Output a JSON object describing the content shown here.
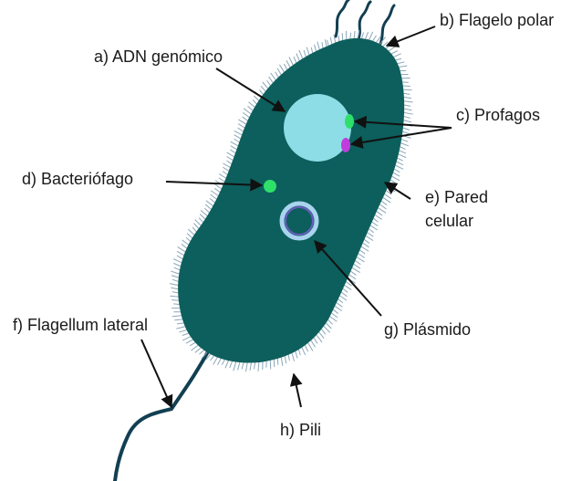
{
  "labels": {
    "adn_genomico": "a) ADN genómico",
    "flagelo_polar": "b) Flagelo polar",
    "profagos": "c) Profagos",
    "bacteriofago": "d) Bacteriófago",
    "pared_line1": "e) Pared",
    "pared_line2": "celular",
    "flagellum_lateral": "f) Flagellum lateral",
    "plasmido": "g) Plásmido",
    "pili": "h) Pili"
  },
  "colors": {
    "cell_body": "#0c5f5c",
    "cell_wall_hairs": "#8aa6b8",
    "nucleoid": "#8ddde6",
    "prophage_green": "#2ee06a",
    "prophage_magenta": "#c03cdc",
    "bacteriophage": "#2ee06a",
    "plasmid_ring": "#a9d3ee",
    "flagellum": "#123f52",
    "arrows": "#111111"
  }
}
